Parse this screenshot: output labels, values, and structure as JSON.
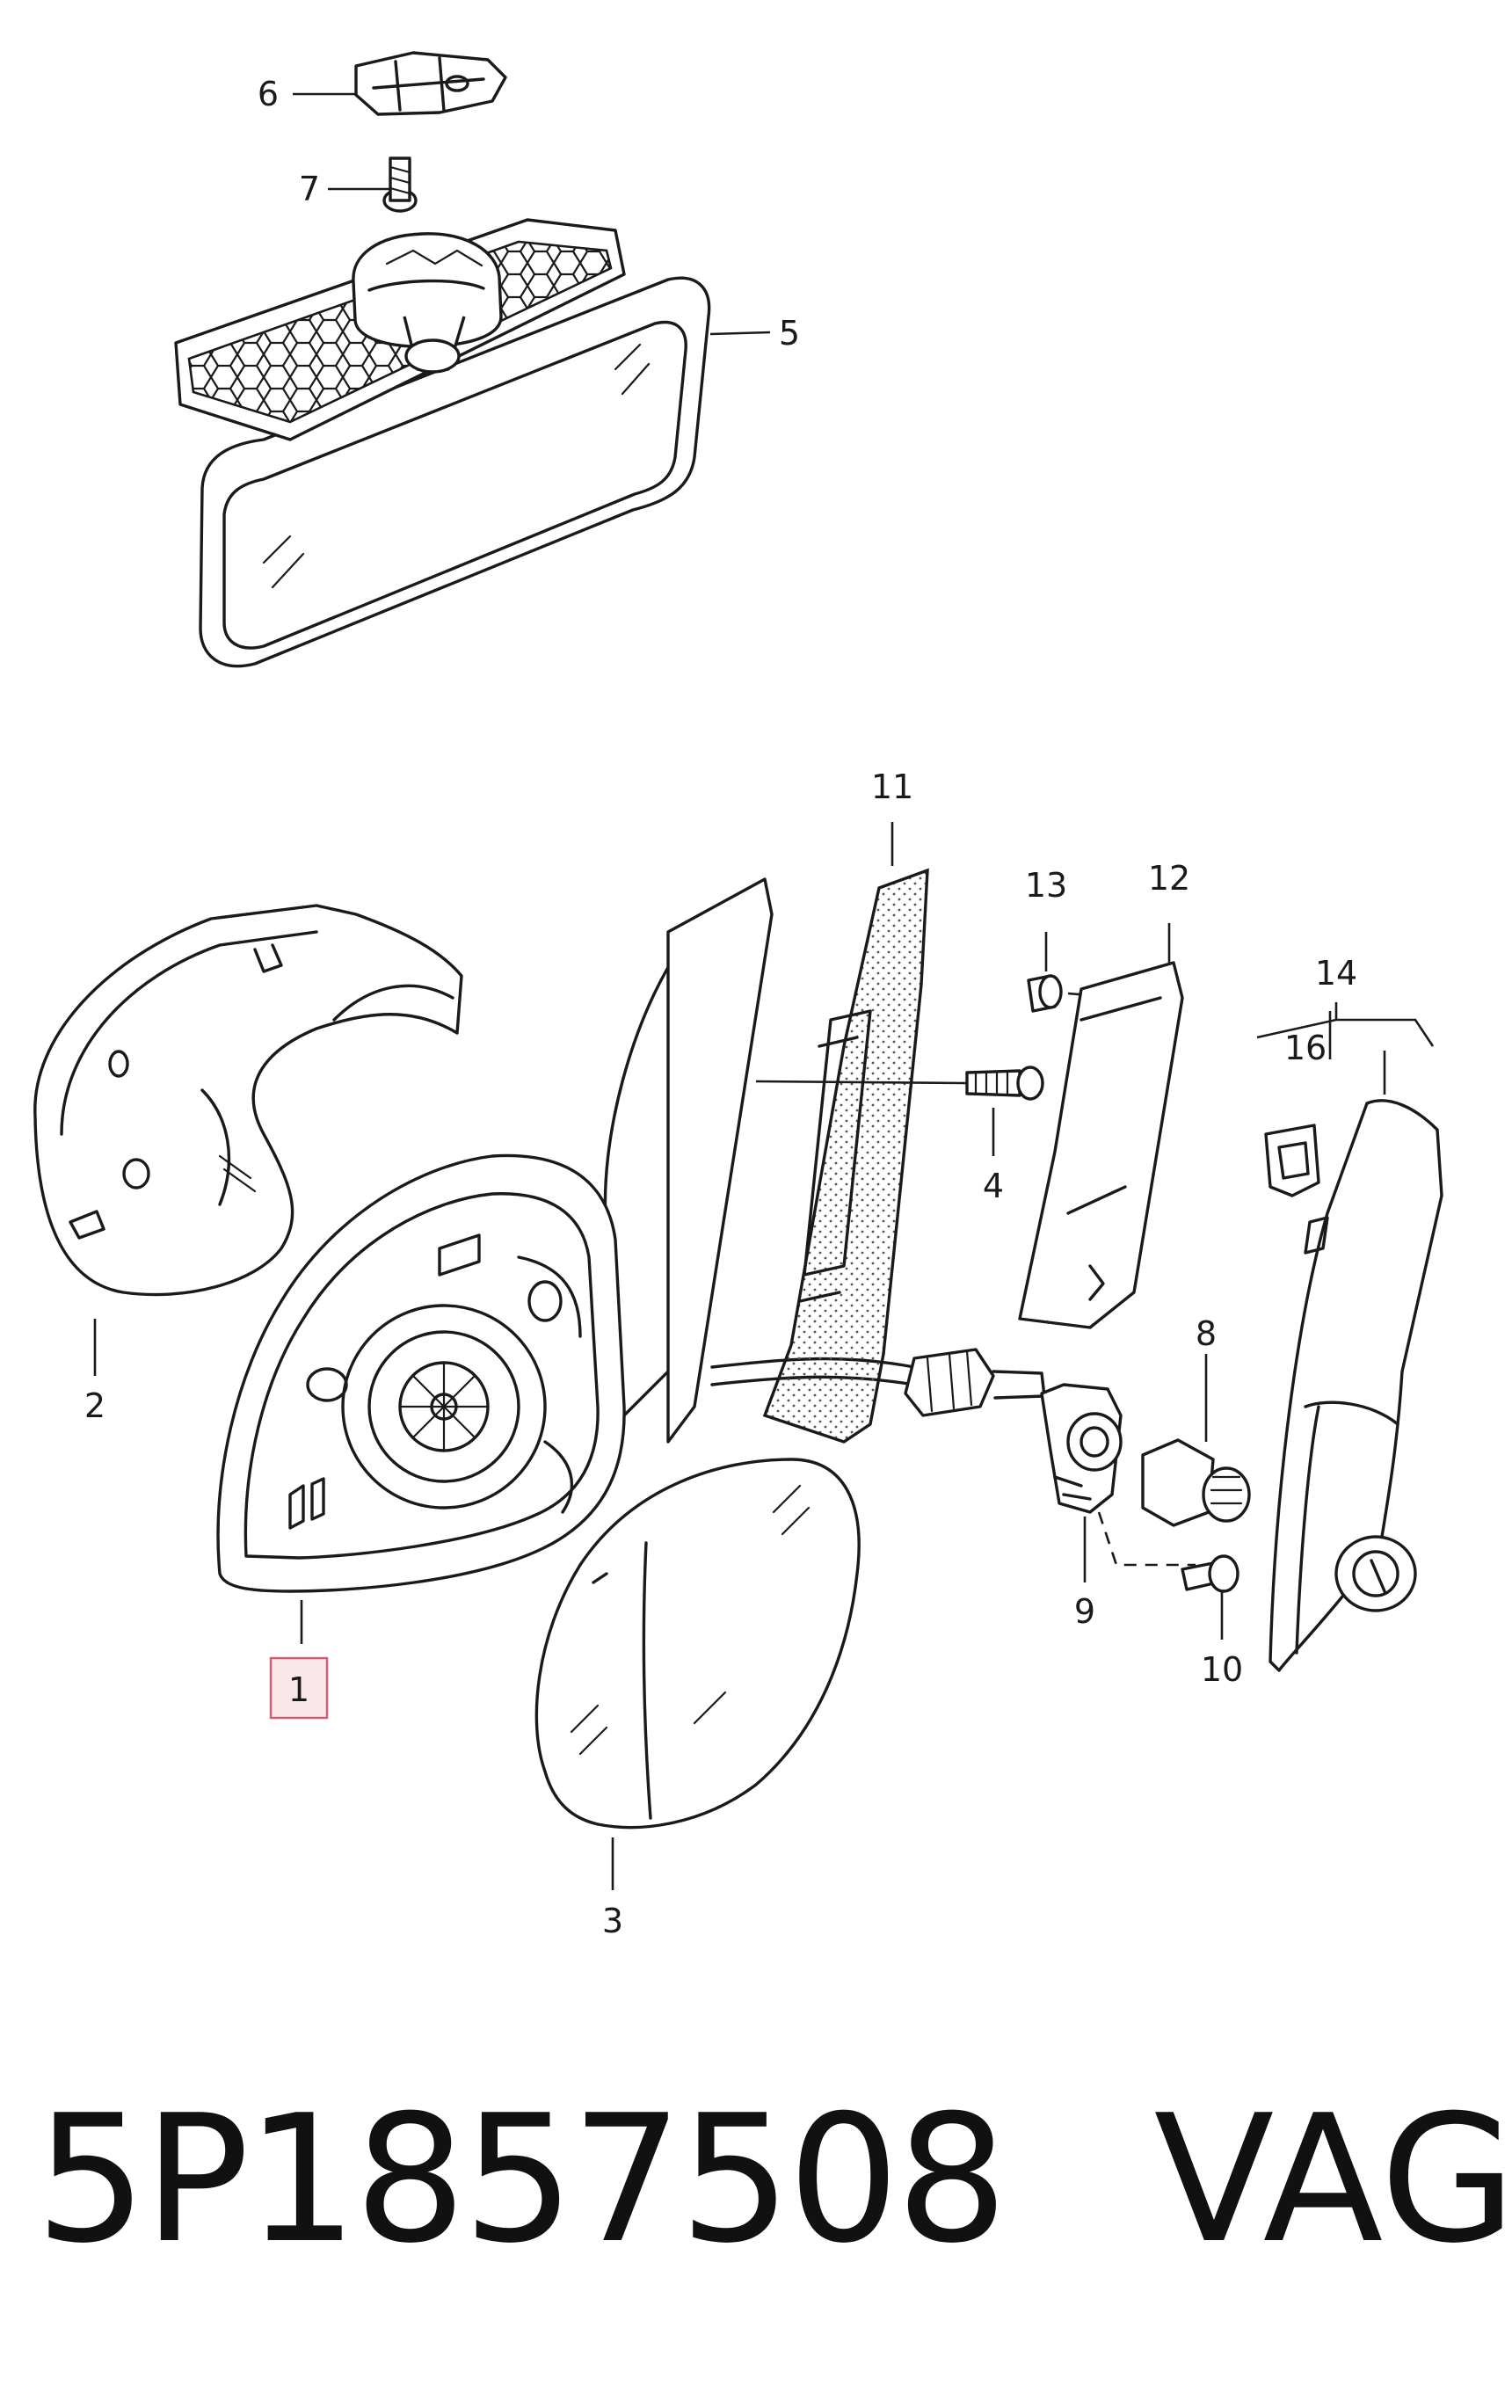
{
  "callouts": [
    {
      "id": "1",
      "text": "1",
      "highlighted": true
    },
    {
      "id": "2",
      "text": "2"
    },
    {
      "id": "3",
      "text": "3"
    },
    {
      "id": "4",
      "text": "4"
    },
    {
      "id": "5",
      "text": "5"
    },
    {
      "id": "6",
      "text": "6"
    },
    {
      "id": "7",
      "text": "7"
    },
    {
      "id": "8",
      "text": "8"
    },
    {
      "id": "9",
      "text": "9"
    },
    {
      "id": "10",
      "text": "10"
    },
    {
      "id": "11",
      "text": "11"
    },
    {
      "id": "12",
      "text": "12"
    },
    {
      "id": "13",
      "text": "13"
    },
    {
      "id": "14",
      "text": "14"
    },
    {
      "id": "16",
      "text": "16"
    }
  ],
  "caption": {
    "part_number": "5P1857508",
    "brand": "VAG"
  },
  "colors": {
    "line": "#1a1a1a",
    "highlight_border": "#d65b6e",
    "highlight_fill": "#fbe6ea",
    "background": "#ffffff"
  }
}
